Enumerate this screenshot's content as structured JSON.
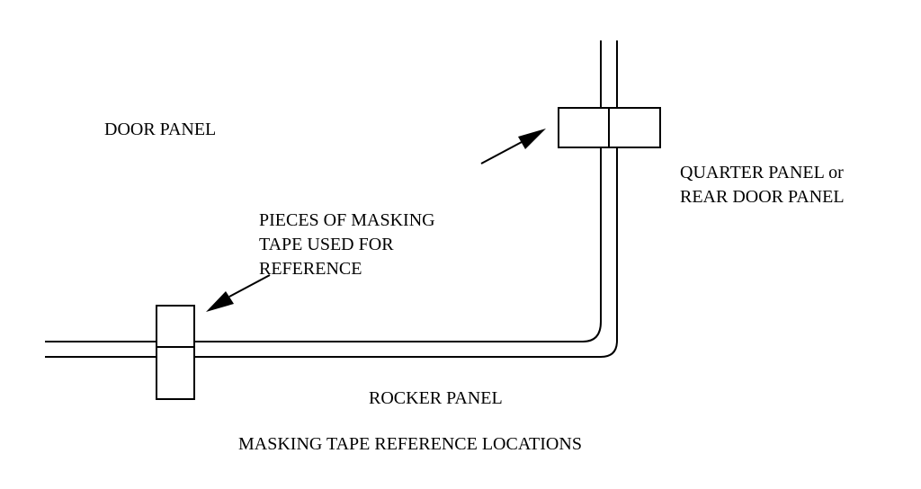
{
  "diagram": {
    "labels": {
      "door_panel": "DOOR PANEL",
      "quarter_panel_line1": "QUARTER PANEL or",
      "quarter_panel_line2": "REAR DOOR PANEL",
      "tape_line1": "PIECES OF MASKING",
      "tape_line2": "TAPE USED FOR",
      "tape_line3": "REFERENCE",
      "rocker_panel": "ROCKER PANEL"
    },
    "caption": "MASKING TAPE REFERENCE LOCATIONS"
  },
  "colors": {
    "ink": "#000000",
    "background": "#ffffff"
  }
}
